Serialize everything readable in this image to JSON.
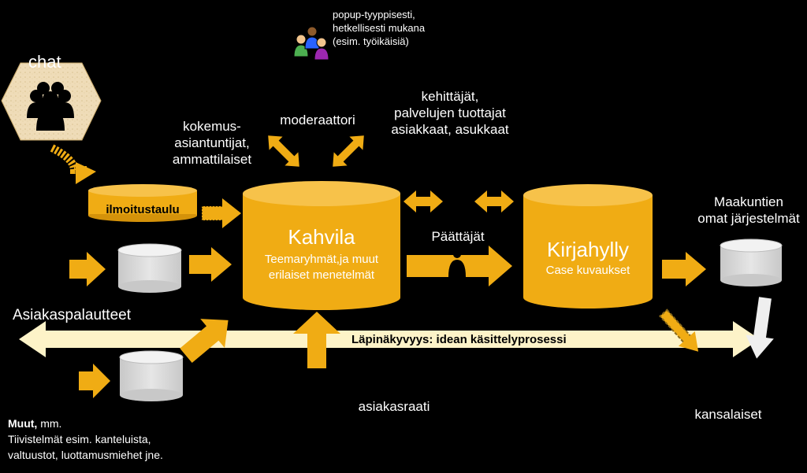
{
  "labels": {
    "chat": "chat",
    "popup_line1": "popup-tyyppisesti,",
    "popup_line2": "hetkellisesti mukana",
    "popup_line3": "(esim. työikäisiä)",
    "kokemus_line1": "kokemus-",
    "kokemus_line2": "asiantuntijat,",
    "kokemus_line3": "ammattilaiset",
    "moderaattori": "moderaattori",
    "kehittajat_line1": "kehittäjät,",
    "kehittajat_line2": "palvelujen tuottajat",
    "kehittajat_line3": "asiakkaat, asukkaat",
    "ilmoitustaulu": "ilmoitustaulu",
    "kahvila_title": "Kahvila",
    "kahvila_sub1": "Teemaryhmät,ja  muut",
    "kahvila_sub2": "erilaiset menetelmät",
    "paattajat": "Päättäjät",
    "kirjahylly_title": "Kirjahylly",
    "kirjahylly_sub": "Case kuvaukset",
    "maakuntien_line1": "Maakuntien",
    "maakuntien_line2": "omat järjestelmät",
    "asiakaspalautteet": "Asiakaspalautteet",
    "lapinakyvyys": "Läpinäkyvyys:  idean käsittelyprosessi",
    "asiakasraati": "asiakasraati",
    "kansalaiset": "kansalaiset",
    "muut_bold": "Muut,",
    "muut_rest": " mm.",
    "muut_line2": "Tiivistelmät esim. kanteluista,",
    "muut_line3": "valtuustot, luottamusmiehet jne."
  },
  "colors": {
    "background": "#000000",
    "orange": "#f0ac14",
    "orange_dark": "#d4920a",
    "cream": "#fdf3c8",
    "gray": "#d9d9d9",
    "chat_bg": "#efdcb8"
  },
  "icons": {
    "chat": "group-of-people-icon",
    "popup": "colorful-people-icon",
    "paattajat": "person-icon"
  }
}
